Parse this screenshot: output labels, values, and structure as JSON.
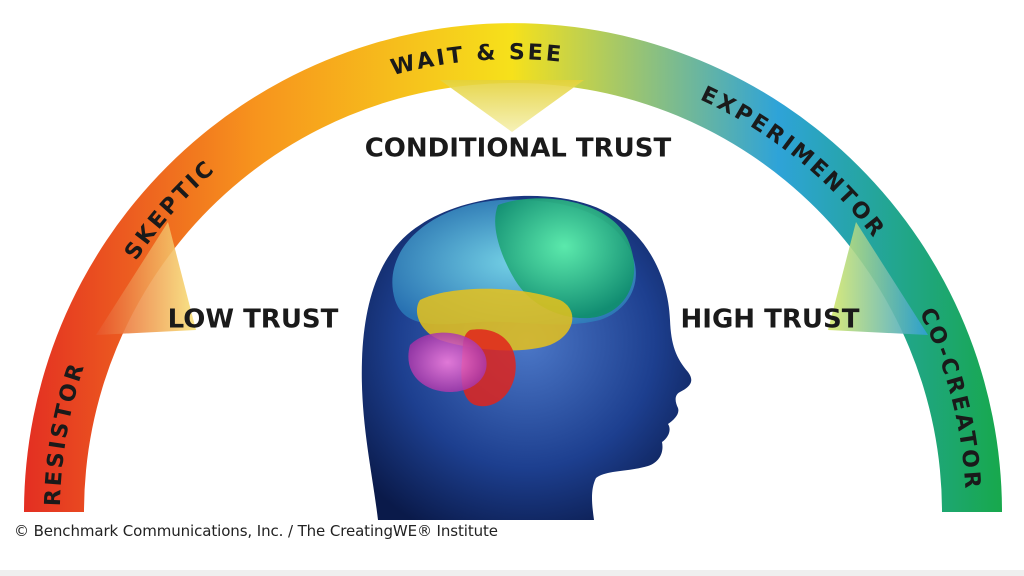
{
  "stages": [
    {
      "label": "RESISTOR",
      "icon": "none"
    },
    {
      "label": "SKEPTIC",
      "icon": "none"
    },
    {
      "label": "WAIT & SEE",
      "icon": "none"
    },
    {
      "label": "EXPERIMENTOR",
      "icon": "none"
    },
    {
      "label": "CO-CREATOR",
      "icon": "none"
    }
  ],
  "trust_levels": {
    "low": "LOW TRUST",
    "conditional": "CONDITIONAL TRUST",
    "high": "HIGH TRUST"
  },
  "brain_illustration": {
    "icon": "human-head-brain-icon"
  },
  "colors": {
    "arc_red": "#e32d22",
    "arc_orange": "#f7941d",
    "arc_yellow": "#f6e11b",
    "arc_blue": "#2ea3d8",
    "arc_green": "#17a84b",
    "label_text": "#1a1a1a"
  },
  "copyright": "© Benchmark Communications, Inc. / The CreatingWE® Institute"
}
